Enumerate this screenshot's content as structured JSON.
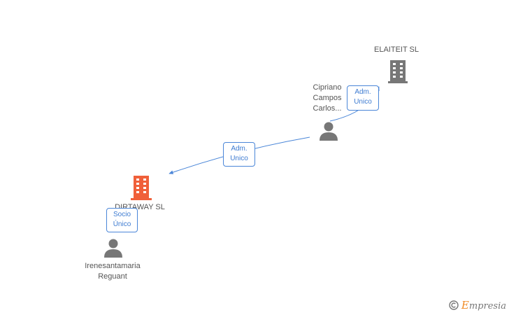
{
  "nodes": {
    "elaiteit": {
      "label": "ELAITEIT SL",
      "type": "company"
    },
    "cipriano": {
      "label_lines": [
        "Cipriano",
        "Campos",
        "Carlos..."
      ],
      "type": "person"
    },
    "dirtaway": {
      "label": "DIRTAWAY SL",
      "type": "company",
      "highlighted": true
    },
    "irene": {
      "label_lines": [
        "Irenesantamaria",
        "Reguant"
      ],
      "type": "person"
    }
  },
  "edges": [
    {
      "from": "cipriano",
      "to": "elaiteit",
      "label_lines": [
        "Adm.",
        "Unico"
      ]
    },
    {
      "from": "cipriano",
      "to": "dirtaway",
      "label_lines": [
        "Adm.",
        "Unico"
      ]
    },
    {
      "from": "irene",
      "to": "dirtaway",
      "label_lines": [
        "Socio",
        "Único"
      ]
    }
  ],
  "footer": {
    "copyright_symbol": "©",
    "brand_first": "E",
    "brand_rest": "mpresia"
  },
  "colors": {
    "edge": "#4a86d8",
    "company_icon": "#777777",
    "company_icon_highlight": "#f0603a",
    "person_icon": "#777777",
    "brand_accent": "#f08a24"
  },
  "icons": {
    "company": "building-icon",
    "person": "person-icon",
    "copyright": "copyright-icon"
  }
}
